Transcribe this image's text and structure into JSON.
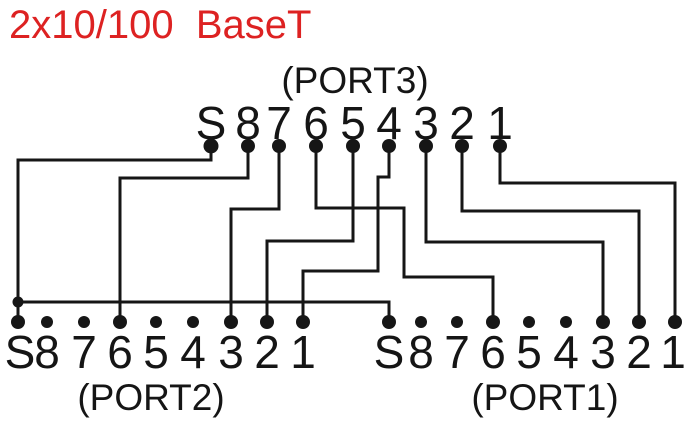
{
  "title": {
    "text": "2x10/100  BaseT",
    "color": "#dd2222"
  },
  "diagram": {
    "colors": {
      "wire": "#161616",
      "background": "#ffffff"
    },
    "ports": {
      "port3": {
        "label": "(PORT3)",
        "pins": [
          "S",
          "8",
          "7",
          "6",
          "5",
          "4",
          "3",
          "2",
          "1"
        ]
      },
      "port2": {
        "label": "(PORT2)",
        "pins": [
          "S",
          "8",
          "7",
          "6",
          "5",
          "4",
          "3",
          "2",
          "1"
        ]
      },
      "port1": {
        "label": "(PORT1)",
        "pins": [
          "S",
          "8",
          "7",
          "6",
          "5",
          "4",
          "3",
          "2",
          "1"
        ]
      }
    },
    "connections": [
      {
        "from": "PORT3.S",
        "to": "PORT2.S"
      },
      {
        "from": "PORT3.S",
        "to": "PORT1.S"
      },
      {
        "from": "PORT3.8",
        "to": "PORT2.6"
      },
      {
        "from": "PORT3.7",
        "to": "PORT2.3"
      },
      {
        "from": "PORT3.6",
        "to": "PORT1.6"
      },
      {
        "from": "PORT3.5",
        "to": "PORT2.2"
      },
      {
        "from": "PORT3.4",
        "to": "PORT2.1"
      },
      {
        "from": "PORT3.3",
        "to": "PORT1.3"
      },
      {
        "from": "PORT3.2",
        "to": "PORT1.2"
      },
      {
        "from": "PORT3.1",
        "to": "PORT1.1"
      }
    ]
  }
}
